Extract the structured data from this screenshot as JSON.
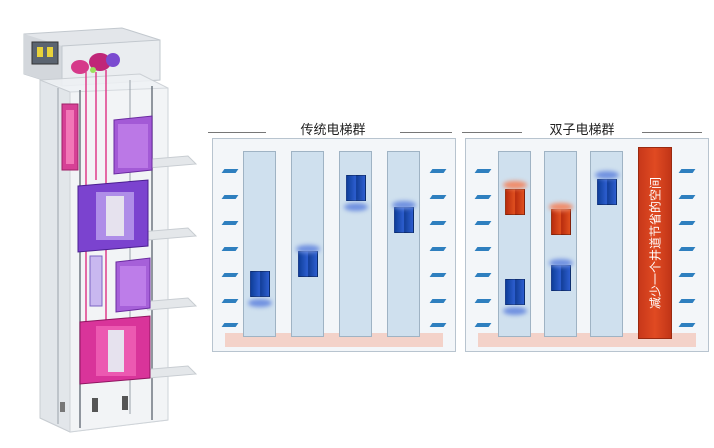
{
  "panels": {
    "traditional_title": "传统电梯群",
    "twin_title": "双子电梯群",
    "saved_space_label": "减少一个井道节省的空间"
  },
  "colors": {
    "shaft": "#cfe0ee",
    "car_blue": "#1f4fb8",
    "car_red": "#d8461c",
    "floor_tick": "#2e7fbf",
    "floor_strip": "#f3c9bd",
    "saved_space": "#d94320"
  }
}
